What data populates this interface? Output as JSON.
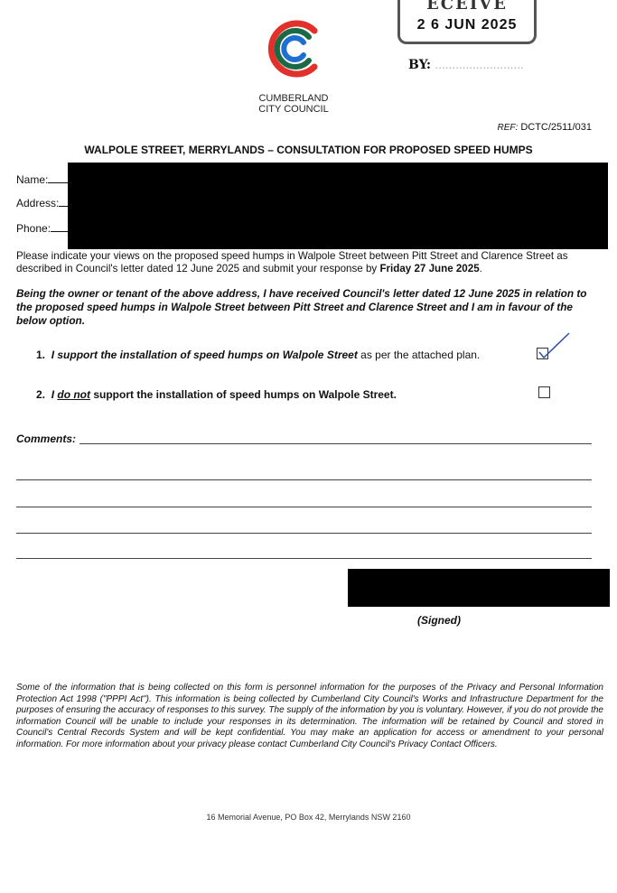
{
  "header": {
    "council_name_line1": "CUMBERLAND",
    "council_name_line2": "CITY COUNCIL",
    "stamp_word": "ECEIVE",
    "stamp_date": "2 6 JUN 2025",
    "stamp_by": "BY:",
    "ref_label": "REF:",
    "ref_value": "DCTC/2511/031"
  },
  "title": "WALPOLE STREET, MERRYLANDS – CONSULTATION FOR PROPOSED SPEED HUMPS",
  "fields": {
    "name_label": "Name:",
    "address_label": "Address:",
    "phone_label": "Phone:"
  },
  "intro": "Please indicate your views on the proposed speed humps in Walpole Street between Pitt Street and Clarence Street as described in Council's letter dated 12 June 2025 and submit your response by ",
  "intro_deadline": "Friday 27 June 2025",
  "declaration": "Being the owner or tenant of the above address, I have received Council's letter dated 12 June 2025 in relation to the proposed speed humps in Walpole Street between Pitt Street and Clarence Street and I am in favour of the below option.",
  "options": [
    {
      "number": "1.",
      "text_italic": "I support the installation of speed humps on Walpole Street",
      "text_rest": " as per the attached plan.",
      "checked": true
    },
    {
      "number": "2.",
      "text_pre": "I ",
      "text_underlined": "do not",
      "text_post": " support the installation of speed humps on Walpole Street.",
      "checked": false
    }
  ],
  "comments_label": "Comments:",
  "signed_label": "(Signed)",
  "privacy": "Some of the information that is being collected on this form is personnel information for the purposes of the Privacy and Personal Information Protection Act 1998 (\"PPPI Act\"). This information is being collected by Cumberland City Council's Works and Infrastructure Department for the purposes of ensuring the accuracy of responses to this survey. The supply of the information by you is voluntary. However, if you do not provide the information Council will be unable to include your responses in its determination. The information will be retained by Council and stored in Council's Central Records System and will be kept confidential. You may make an application for access or amendment to your personal information. For more information about your privacy please contact Cumberland City Council's Privacy Contact Officers.",
  "footer": "16 Memorial Avenue, PO Box 42, Merrylands NSW 2160"
}
